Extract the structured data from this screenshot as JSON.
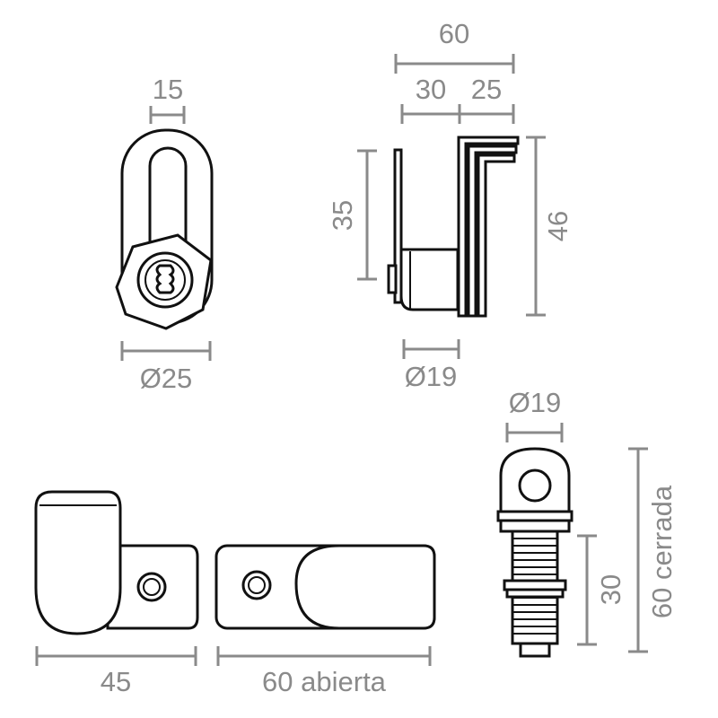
{
  "dimensions": {
    "front_top_width": "15",
    "front_diameter": "Ø25",
    "side_total_width": "60",
    "side_left_width": "30",
    "side_right_width": "25",
    "side_height_left": "35",
    "side_height_right": "46",
    "side_diameter": "Ø19",
    "small_diameter": "Ø19",
    "small_height": "30",
    "closed_height": "60 cerrada",
    "bottom_left_width": "45",
    "bottom_open_width": "60 abierta"
  },
  "colors": {
    "dimension": "#8a8a8a",
    "outline": "#111111"
  }
}
